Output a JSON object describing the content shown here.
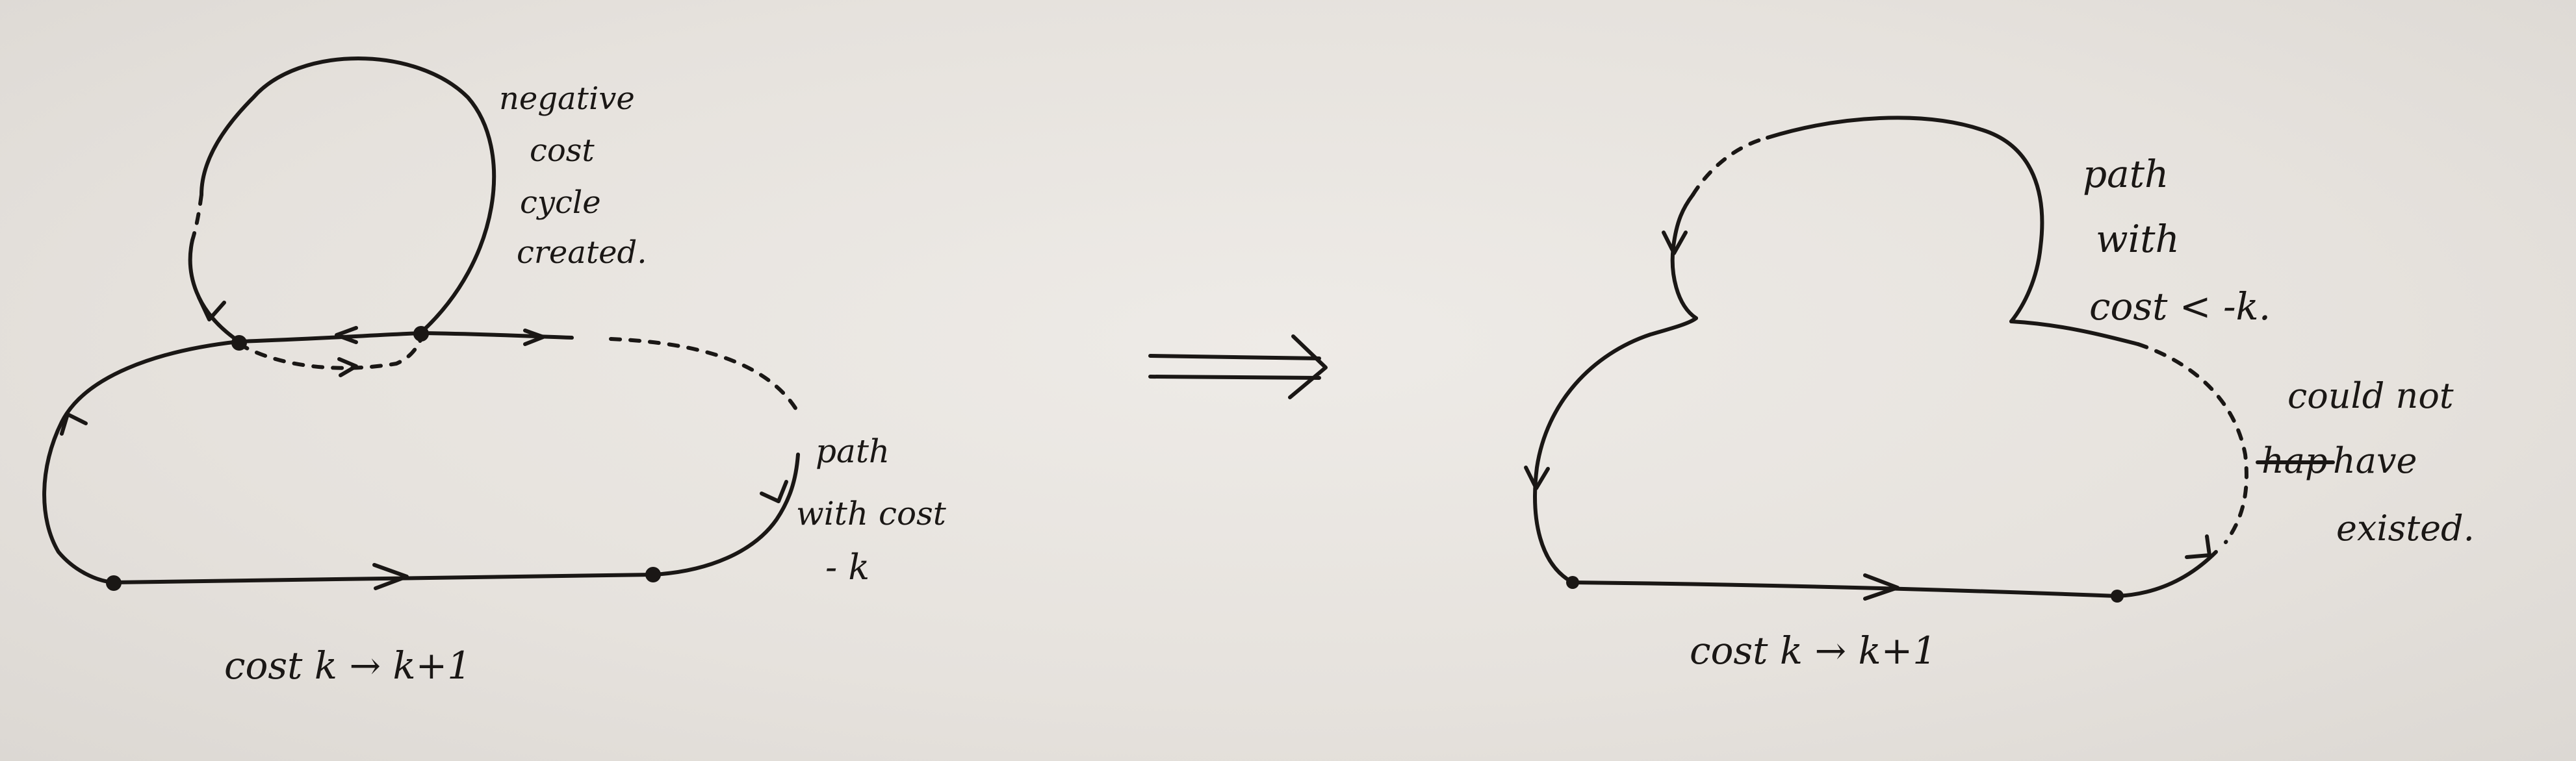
{
  "left_diagram": {
    "cycle_note": [
      "negative",
      "cost",
      "cycle",
      "created."
    ],
    "path_note": [
      "path",
      "with cost",
      "- k"
    ],
    "cost_caption": "cost  k → k+1"
  },
  "right_diagram": {
    "path_note": [
      "path",
      "with",
      "cost < -k."
    ],
    "conclusion": [
      "could not",
      "have",
      "existed."
    ],
    "struck_word": "hap",
    "cost_caption": "cost  k → k+1"
  },
  "implies_symbol": "⟹",
  "colors": {
    "ink": "#1a1715",
    "paper": "#e7e3df"
  }
}
